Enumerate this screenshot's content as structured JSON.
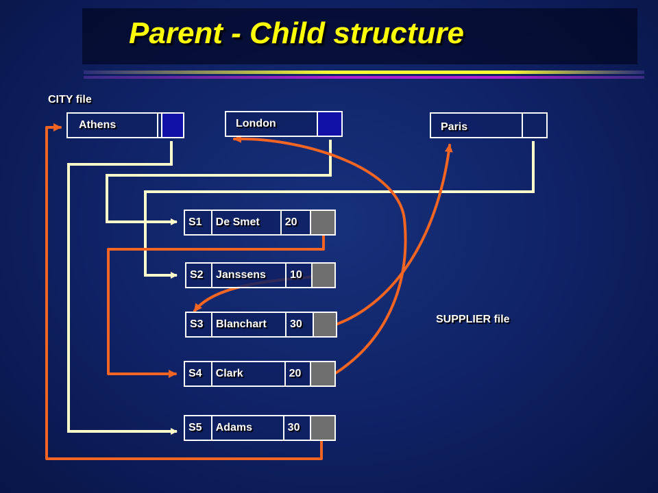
{
  "title": "Parent - Child structure",
  "labels": {
    "city_file": "CITY file",
    "supplier_file": "SUPPLIER file"
  },
  "cities": [
    {
      "name": "Athens"
    },
    {
      "name": "London"
    },
    {
      "name": "Paris"
    }
  ],
  "suppliers": [
    {
      "sno": "S1",
      "name": "De Smet",
      "status": "20"
    },
    {
      "sno": "S2",
      "name": "Janssens",
      "status": "10"
    },
    {
      "sno": "S3",
      "name": "Blanchart",
      "status": "30"
    },
    {
      "sno": "S4",
      "name": "Clark",
      "status": "20"
    },
    {
      "sno": "S5",
      "name": "Adams",
      "status": "30"
    }
  ],
  "colors": {
    "title": "#ffff00",
    "child_links": "#ffffcc",
    "parent_links": "#f26522",
    "background": "#0f2163",
    "city_pointer": "#1111a8",
    "supplier_pointer": "#6f6f6f"
  }
}
